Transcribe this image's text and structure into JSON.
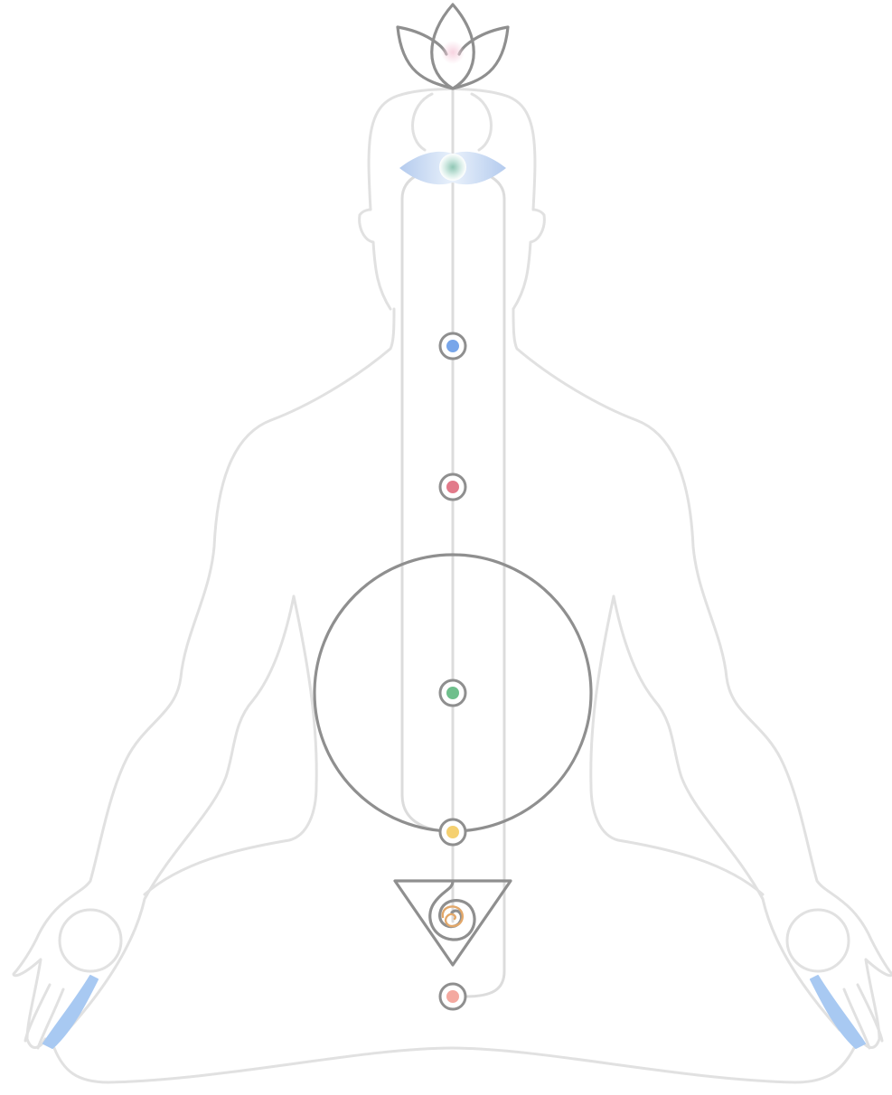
{
  "colors": {
    "background": "#ffffff",
    "body_outline": "#e1e1e1",
    "channel": "#dcdcdc",
    "symbol_stroke": "#8f8f8f",
    "node_ring_fill": "#ffffff",
    "palm_accent": "#a8c9f2",
    "third_eye_petal": "#b4cbee"
  },
  "chakras": [
    {
      "id": "crown",
      "icon": "lotus-icon",
      "color": "#f7d3e0"
    },
    {
      "id": "third-eye",
      "icon": "eye-wings-icon",
      "color": "#8fc6b4"
    },
    {
      "id": "throat",
      "icon": "dot-icon",
      "color": "#78a6ea"
    },
    {
      "id": "heart",
      "icon": "dot-icon",
      "color": "#e27a8a"
    },
    {
      "id": "solar-plexus",
      "icon": "circle-icon",
      "color": "#6fbf8c"
    },
    {
      "id": "sacral",
      "icon": "dot-icon",
      "color": "#f5d070"
    },
    {
      "id": "root-spiral",
      "icon": "triangle-spiral-icon",
      "color": "#e3a86a"
    },
    {
      "id": "root",
      "icon": "dot-icon",
      "color": "#f4a9a0"
    }
  ]
}
